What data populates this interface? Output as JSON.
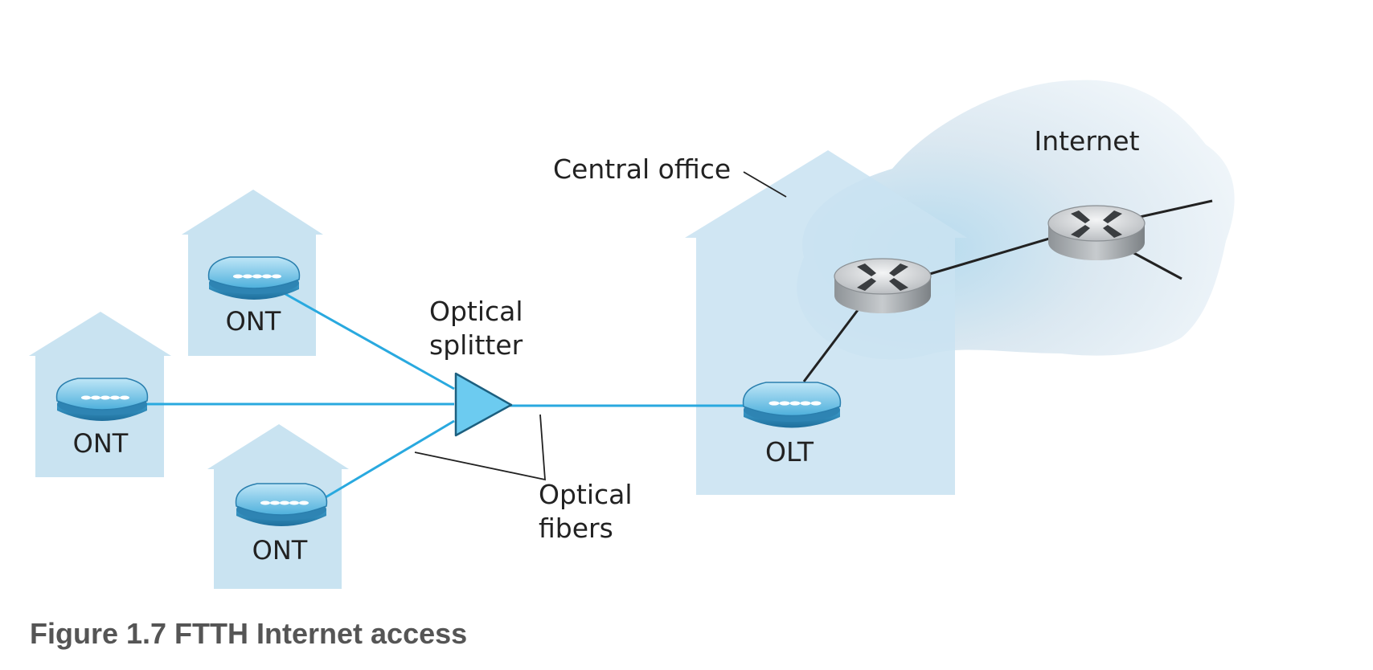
{
  "labels": {
    "ont_top": "ONT",
    "ont_left": "ONT",
    "ont_bottom": "ONT",
    "splitter_line1": "Optical",
    "splitter_line2": "splitter",
    "fibers_line1": "Optical",
    "fibers_line2": "fibers",
    "central_office": "Central office",
    "olt": "OLT",
    "internet": "Internet"
  },
  "caption": "Figure 1.7 FTTH Internet access",
  "icons": {
    "ont": "ont-modem-icon",
    "olt": "olt-modem-icon",
    "router": "router-icon",
    "splitter": "splitter-triangle-icon"
  },
  "colors": {
    "house": "#c9e3f1",
    "fiber": "#29a9df",
    "splitter": "#6ccbf0",
    "modem": "#5ab8e0",
    "router": "#b5b9bd",
    "link": "#222222",
    "caption": "#555555"
  }
}
